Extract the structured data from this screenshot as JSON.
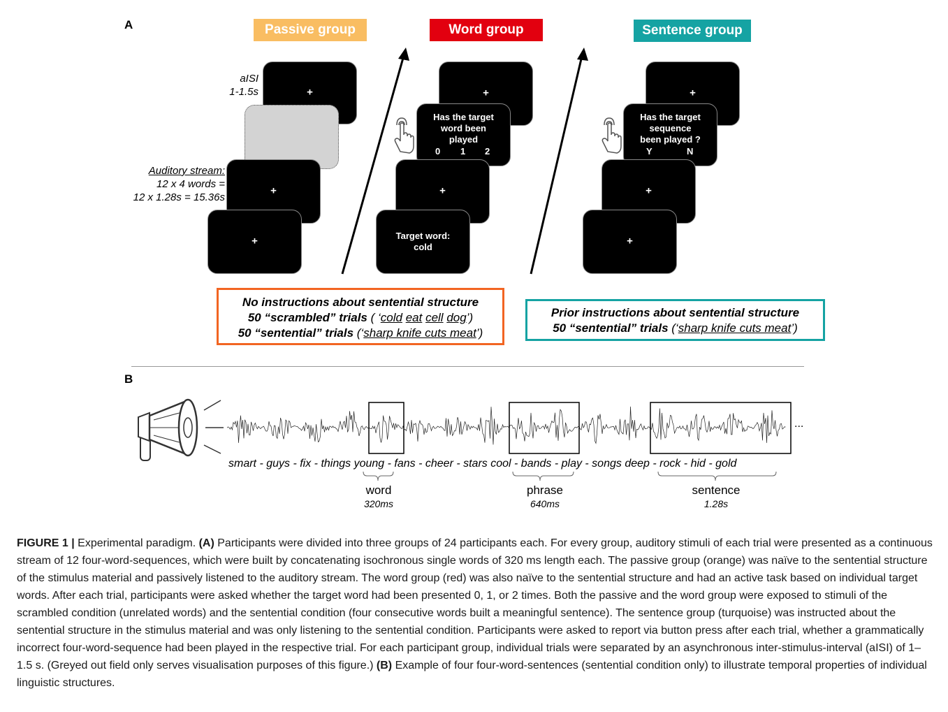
{
  "panel_a": {
    "letter": "A",
    "groups": {
      "passive": {
        "label": "Passive group",
        "color": "#f9bd62"
      },
      "word": {
        "label": "Word group",
        "color": "#e2000f"
      },
      "sentence": {
        "label": "Sentence group",
        "color": "#15a3a3"
      }
    },
    "passive_column": {
      "aisi_label": "aISI",
      "aisi_value": "1-1.5s",
      "auditory_stream_label": "Auditory stream:",
      "auditory_stream_line2": "12 x 4 words =",
      "auditory_stream_line3": "12 x 1.28s = 15.36s",
      "fixation": "+"
    },
    "word_column": {
      "question": "Has the target\nword been\nplayed",
      "options": [
        "0",
        "1",
        "2"
      ],
      "target_prompt": "Target word:\ncold",
      "fixation": "+"
    },
    "sentence_column": {
      "question": "Has the target\nsequence\nbeen played ?",
      "options": [
        "Y",
        "N"
      ],
      "fixation": "+"
    },
    "box_left": {
      "line1": "No instructions about sentential structure",
      "line2_bold": "50 “scrambled” trials",
      "line2_pre": "  ( ‘",
      "line2_words": [
        "cold",
        "eat",
        "cell",
        "dog"
      ],
      "line2_post": "’)",
      "line3_bold": "50 “sentential” trials",
      "line3_pre": " (‘",
      "line3_u": "sharp knife cuts meat",
      "line3_post": "’)",
      "border_color": "#f26522"
    },
    "box_right": {
      "line1": "Prior instructions about sentential structure",
      "line2_bold": "50 “sentential” trials",
      "line2_pre": " (‘",
      "line2_u": "sharp knife cuts meat",
      "line2_post": "’)",
      "border_color": "#15a3a3"
    }
  },
  "panel_b": {
    "letter": "B",
    "word_sequence": "smart - guys - fix - things young - fans - cheer - stars  cool - bands - play - songs deep - rock - hid - gold",
    "ellipsis": "...",
    "units": [
      {
        "label": "word",
        "duration": "320ms"
      },
      {
        "label": "phrase",
        "duration": "640ms"
      },
      {
        "label": "sentence",
        "duration": "1.28s"
      }
    ]
  },
  "caption": {
    "figure_label": "FIGURE 1 |",
    "intro": " Experimental paradigm. ",
    "a_label": "(A)",
    "a_text": " Participants were divided into three groups of 24 participants each. For every group, auditory stimuli of each trial were presented as a continuous stream of 12 four-word-sequences, which were built by concatenating isochronous single words of 320 ms length each. The passive group (orange) was naïve to the sentential structure of the stimulus material and passively listened to the auditory stream. The word group (red) was also naïve to the sentential structure and had an active task based on individual target words. After each trial, participants were asked whether the target word had been presented 0, 1, or 2 times. Both the passive and the word group were exposed to stimuli of the scrambled condition (unrelated words) and the sentential condition (four consecutive words built a meaningful sentence). The sentence group (turquoise) was instructed about the sentential structure in the stimulus material and was only listening to the sentential condition. Participants were asked to report via button press after each trial, whether a grammatically incorrect four-word-sequence had been played in the respective trial. For each participant group, individual trials were separated by an asynchronous inter-stimulus-interval (aISI) of 1–1.5 s. (Greyed out field only serves visualisation purposes of this figure.) ",
    "b_label": "(B)",
    "b_text": " Example of four four-word-sentences (sentential condition only) to illustrate temporal properties of individual linguistic structures."
  }
}
